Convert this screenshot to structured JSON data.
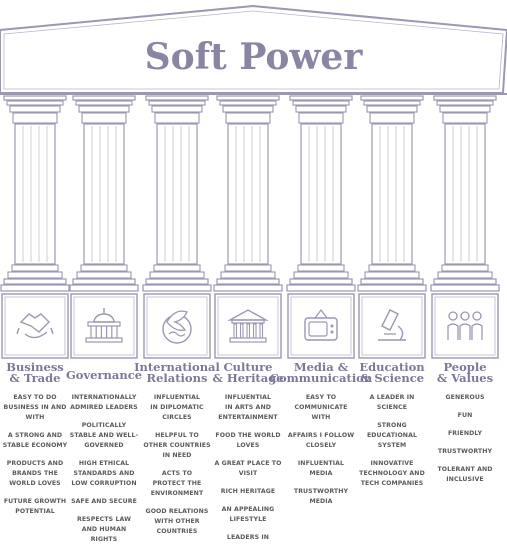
{
  "title": "Soft Power",
  "colors": {
    "accent": "#8a85a3",
    "outline": "#9c97b3",
    "text": "#5a5a5a"
  },
  "pillars": [
    {
      "title": [
        "Business",
        "& Trade"
      ],
      "icon": "handshake-icon",
      "items": [
        [
          "EASY TO DO",
          "BUSINESS IN AND",
          "WITH"
        ],
        [
          "A STRONG AND",
          "STABLE ECONOMY"
        ],
        [
          "PRODUCTS AND",
          "BRANDS THE",
          "WORLD LOVES"
        ],
        [
          "FUTURE GROWTH",
          "POTENTIAL"
        ]
      ]
    },
    {
      "title": [
        "Governance"
      ],
      "icon": "capitol-building-icon",
      "items": [
        [
          "INTERNATIONALLY",
          "ADMIRED LEADERS"
        ],
        [
          "POLITICALLY",
          "STABLE AND WELL-",
          "GOVERNED"
        ],
        [
          "HIGH ETHICAL",
          "STANDARDS AND",
          "LOW CORRUPTION"
        ],
        [
          "SAFE AND SECURE"
        ],
        [
          "RESPECTS LAW",
          "AND HUMAN",
          "RIGHTS"
        ]
      ]
    },
    {
      "title": [
        "International",
        "Relations"
      ],
      "icon": "dove-globe-icon",
      "items": [
        [
          "INFLUENTIAL",
          "IN DIPLOMATIC",
          "CIRCLES"
        ],
        [
          "HELPFUL TO",
          "OTHER COUNTRIES",
          "IN NEED"
        ],
        [
          "ACTS TO",
          "PROTECT THE",
          "ENVIRONMENT"
        ],
        [
          "GOOD RELATIONS",
          "WITH OTHER",
          "COUNTRIES"
        ]
      ]
    },
    {
      "title": [
        "Culture",
        "& Heritage"
      ],
      "icon": "museum-icon",
      "items": [
        [
          "INFLUENTIAL",
          "IN ARTS AND",
          "ENTERTAINMENT"
        ],
        [
          "FOOD THE WORLD",
          "LOVES"
        ],
        [
          "A GREAT PLACE TO",
          "VISIT"
        ],
        [
          "RICH HERITAGE"
        ],
        [
          "AN APPEALING",
          "LIFESTYLE"
        ],
        [
          "LEADERS IN"
        ]
      ]
    },
    {
      "title": [
        "Media &",
        "Communication"
      ],
      "icon": "television-icon",
      "items": [
        [
          "EASY TO",
          "COMMUNICATE",
          "WITH"
        ],
        [
          "AFFAIRS I FOLLOW",
          "CLOSELY"
        ],
        [
          "INFLUENTIAL",
          "MEDIA"
        ],
        [
          "TRUSTWORTHY",
          "MEDIA"
        ]
      ]
    },
    {
      "title": [
        "Education",
        "& Science"
      ],
      "icon": "microscope-icon",
      "items": [
        [
          "A LEADER IN",
          "SCIENCE"
        ],
        [
          "STRONG",
          "EDUCATIONAL",
          "SYSTEM"
        ],
        [
          "INNOVATIVE",
          "TECHNOLOGY AND",
          "TECH COMPANIES"
        ]
      ]
    },
    {
      "title": [
        "People",
        "& Values"
      ],
      "icon": "people-group-icon",
      "items": [
        [
          "GENEROUS"
        ],
        [
          "FUN"
        ],
        [
          "FRIENDLY"
        ],
        [
          "TRUSTWORTHY"
        ],
        [
          "TOLERANT AND",
          "INCLUSIVE"
        ]
      ]
    }
  ]
}
